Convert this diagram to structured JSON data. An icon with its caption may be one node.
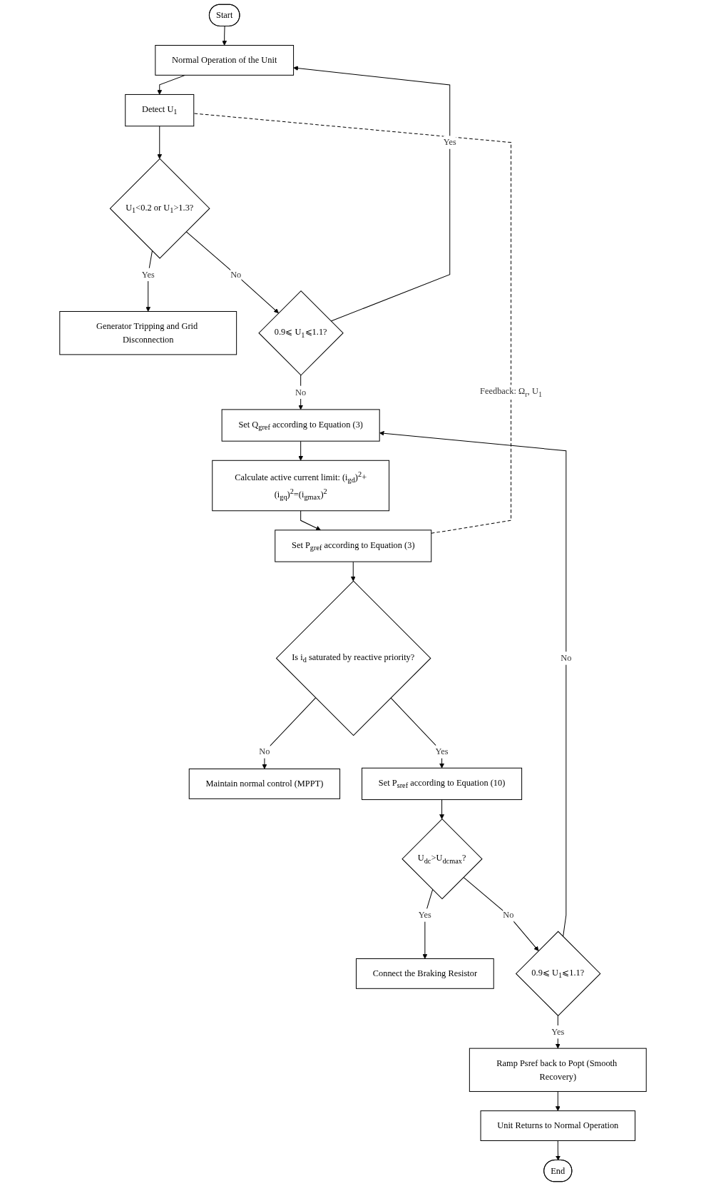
{
  "diagram": {
    "nodes": [
      {
        "text": [
          "Start"
        ]
      },
      {
        "text": [
          "Normal Operation of the Unit"
        ]
      },
      {
        "text": [
          "Detect U$_{1}$"
        ]
      },
      {
        "text": [
          "U$_{1}$<0.2 or U$_{1}$>1.3?"
        ]
      },
      {
        "text": [
          "Generator Tripping and Grid Disconnection"
        ]
      },
      {
        "text": [
          "0.9⩽ U$_{1}$⩽1.1?"
        ]
      },
      {
        "text": [
          "Set Q$_{gref}$ according to Equation (3)"
        ]
      },
      {
        "text": [
          "Calculate active current limit: (i$_{gd}$)$^{2}$+(i$_{gq}$)$^{2}$=(i$_{gmax}$)$^{2}$"
        ]
      },
      {
        "text": [
          "Set P$_{gref}$ according to Equation (3)"
        ]
      },
      {
        "text": [
          "Is i$_{d}$ saturated by reactive priority?"
        ]
      },
      {
        "text": [
          "Maintain normal control (MPPT)"
        ]
      },
      {
        "text": [
          "Set P$_{sref}$ according to Equation (10)"
        ]
      },
      {
        "text": [
          "U$_{dc}$>U$_{dcmax}$?"
        ]
      },
      {
        "text": [
          "Connect the Braking Resistor"
        ]
      },
      {
        "text": [
          "0.9⩽ U$_{1}$⩽1.1?"
        ]
      },
      {
        "text": [
          "Ramp Psref back to Popt (Smooth Recovery)"
        ]
      },
      {
        "text": [
          "Unit Returns to Normal Operation"
        ]
      },
      {
        "text": [
          "End"
        ]
      }
    ],
    "edges": [
      {
        "from": 0,
        "to": 1,
        "arrow": "to"
      },
      {
        "from": 1,
        "to": 2,
        "arrow": "to"
      },
      {
        "from": 2,
        "to": 3,
        "arrow": "to"
      },
      {
        "from": 3,
        "to": 4,
        "arrow": "to",
        "label": "Yes"
      },
      {
        "from": 3,
        "to": 5,
        "arrow": "to",
        "label": "No"
      },
      {
        "from": 5,
        "to": 1,
        "arrow": "to",
        "label": "Yes"
      },
      {
        "from": 5,
        "to": 6,
        "arrow": "to",
        "label": "No"
      },
      {
        "from": 6,
        "to": 7,
        "arrow": "to"
      },
      {
        "from": 7,
        "to": 8,
        "arrow": "to"
      },
      {
        "from": 8,
        "to": 9,
        "arrow": "to"
      },
      {
        "from": 9,
        "to": 10,
        "arrow": "to",
        "label": "No"
      },
      {
        "from": 9,
        "to": 11,
        "arrow": "to",
        "label": "Yes"
      },
      {
        "from": 11,
        "to": 12,
        "arrow": "to"
      },
      {
        "from": 12,
        "to": 13,
        "arrow": "to",
        "label": "Yes"
      },
      {
        "from": 12,
        "to": 14,
        "arrow": "to",
        "label": "No"
      },
      {
        "from": 14,
        "to": 6,
        "arrow": "to",
        "label": "No"
      },
      {
        "from": 14,
        "to": 15,
        "arrow": "to",
        "label": "Yes"
      },
      {
        "from": 15,
        "to": 16,
        "arrow": "to"
      },
      {
        "from": 16,
        "to": 17,
        "arrow": "to"
      },
      {
        "from": 8,
        "to": 2,
        "arrow": "none",
        "style": "dashed",
        "label": "Feedback: Ω$_{r}$, U$_{1}$"
      }
    ]
  }
}
